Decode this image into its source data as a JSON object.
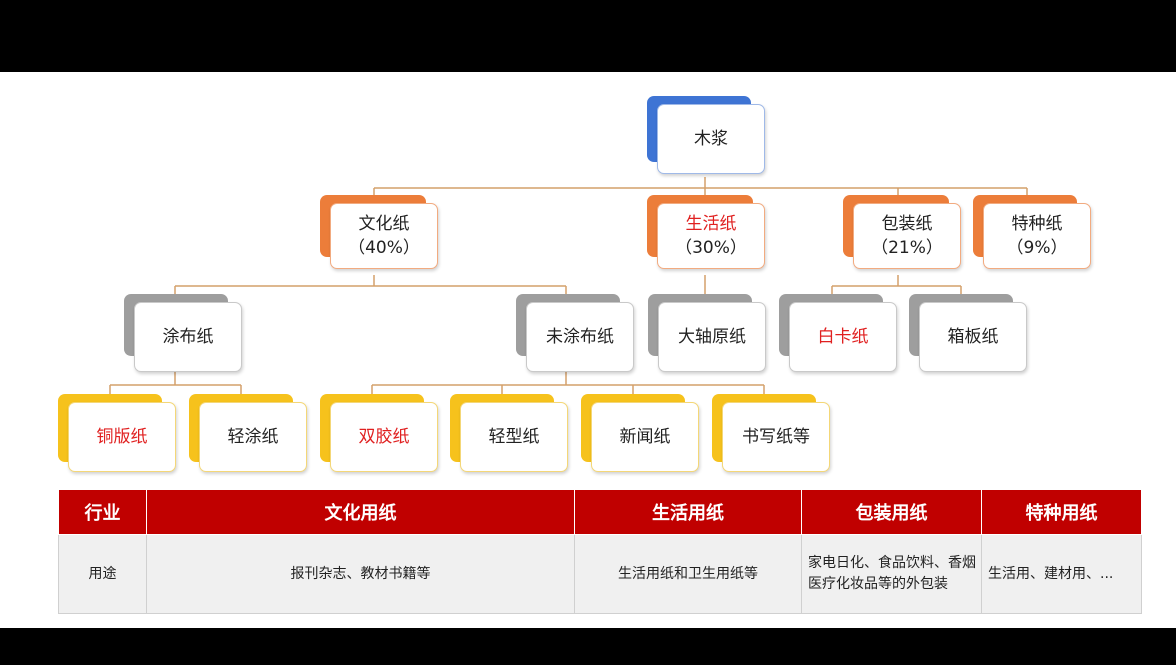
{
  "tree": {
    "root": {
      "label": "木浆"
    },
    "level1": [
      {
        "label": "文化纸",
        "share": "（40%）"
      },
      {
        "label": "生活纸",
        "share": "（30%）"
      },
      {
        "label": "包装纸",
        "share": "（21%）"
      },
      {
        "label": "特种纸",
        "share": "（9%）"
      }
    ],
    "level2": [
      {
        "label": "涂布纸"
      },
      {
        "label": "未涂布纸"
      },
      {
        "label": "大轴原纸"
      },
      {
        "label": "白卡纸"
      },
      {
        "label": "箱板纸"
      }
    ],
    "level3": [
      {
        "label": "铜版纸"
      },
      {
        "label": "轻涂纸"
      },
      {
        "label": "双胶纸"
      },
      {
        "label": "轻型纸"
      },
      {
        "label": "新闻纸"
      },
      {
        "label": "书写纸等"
      }
    ]
  },
  "table": {
    "headers": [
      "行业",
      "文化用纸",
      "生活用纸",
      "包装用纸",
      "特种用纸"
    ],
    "row": [
      "用途",
      "报刊杂志、教材书籍等",
      "生活用纸和卫生用纸等",
      "家电日化、食品饮料、香烟医疗化妆品等的外包装",
      "生活用、建材用、..."
    ]
  },
  "colors": {
    "root": "#3e74d4",
    "level1": "#ec7d3a",
    "level2": "#9e9e9e",
    "level3": "#f6c21c",
    "highlight_text": "#e02020",
    "table_header": "#c00000",
    "connector": "#d4a06a"
  }
}
